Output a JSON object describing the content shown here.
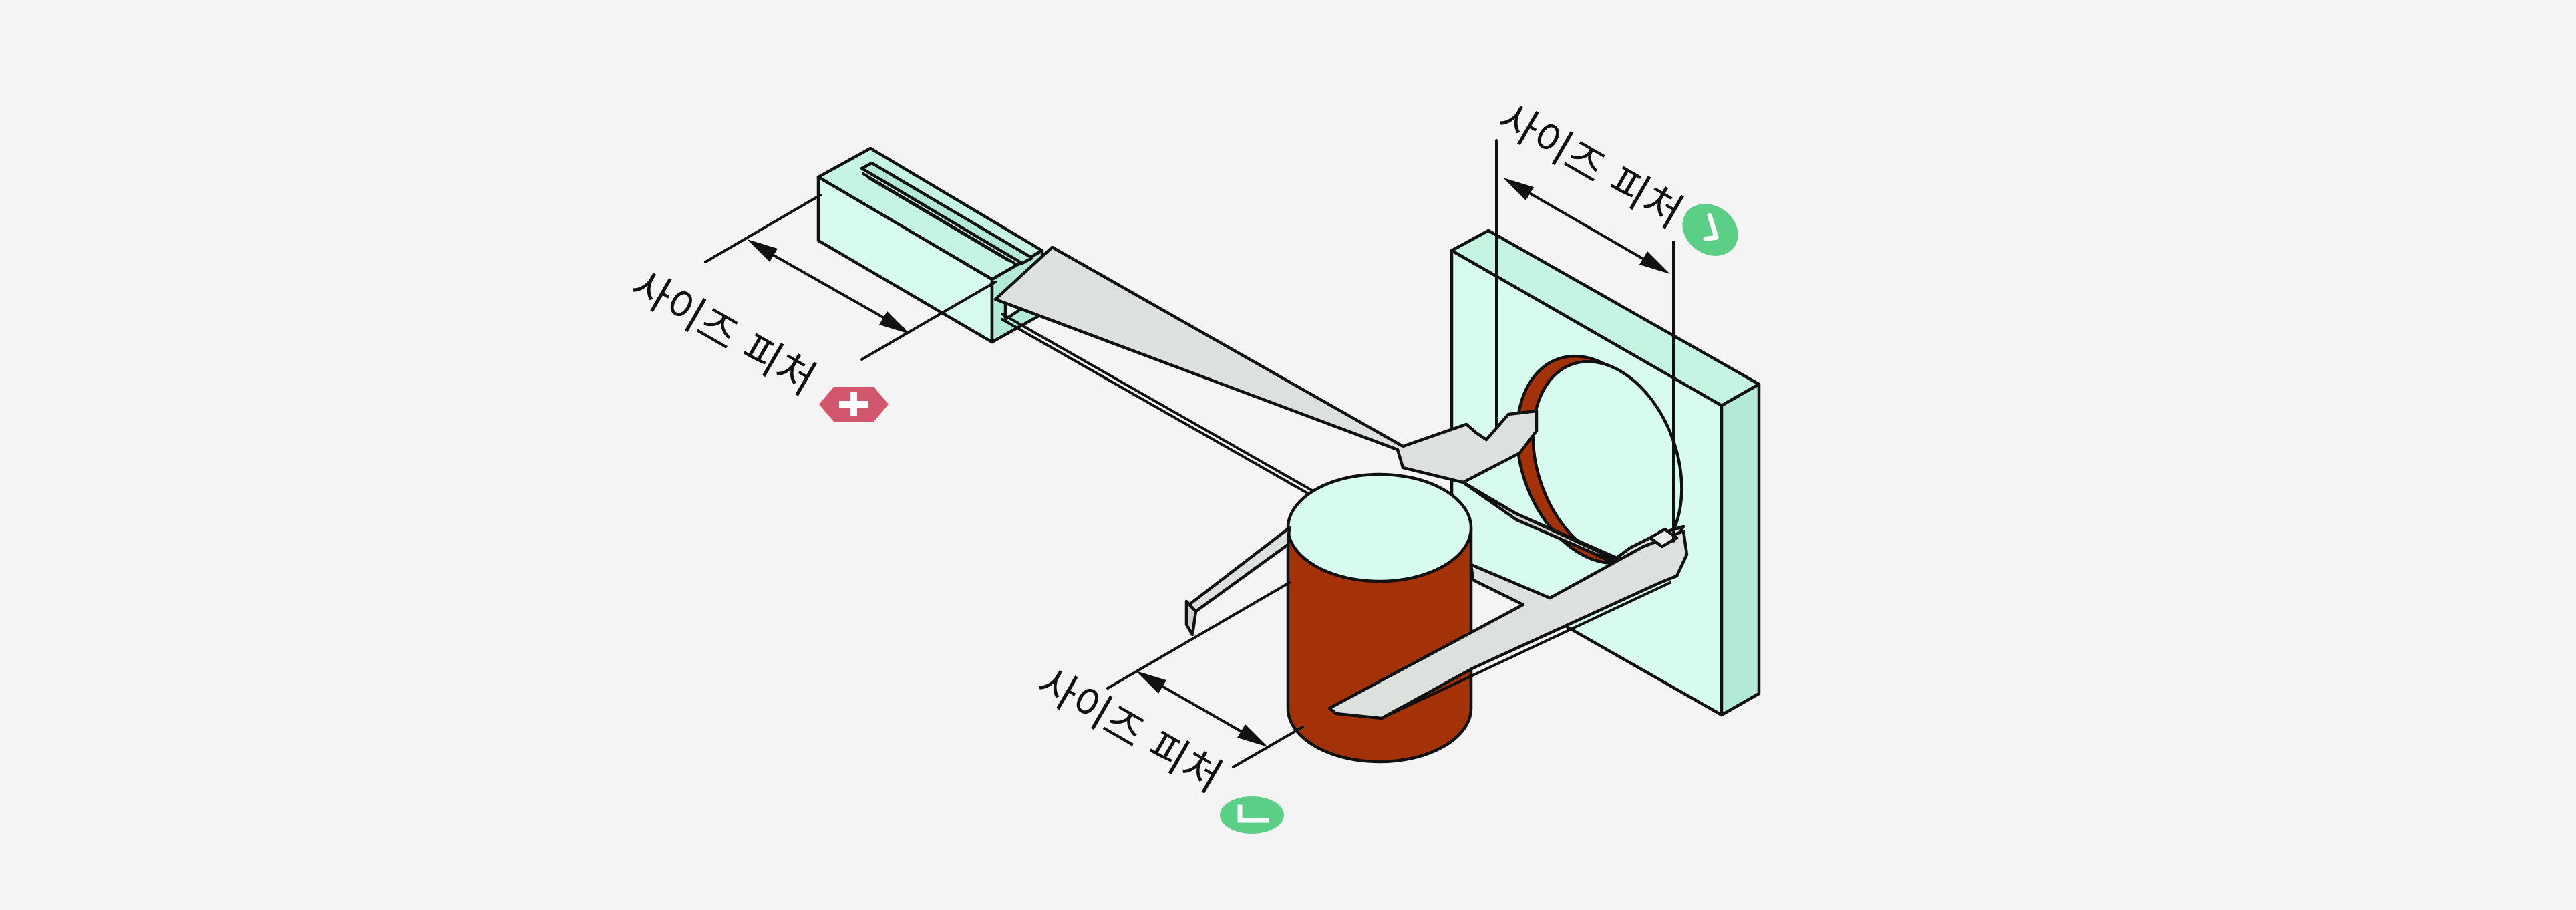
{
  "labels": {
    "top_right": "사이즈 피처",
    "left": "사이즈 피처",
    "bottom": "사이즈 피처"
  },
  "icons": {
    "top_right": "check-icon",
    "left": "plus-icon",
    "bottom": "corner-icon"
  },
  "colors": {
    "background": "#f4f4f4",
    "mint_light": "#d8fbef",
    "mint_mid": "#c6f4e3",
    "mint_dark": "#b2ead6",
    "gauge_gray": "#dde1de",
    "cylinder_rust": "#a33208",
    "badge_green": "#5ccf86",
    "badge_red": "#d2566c"
  }
}
